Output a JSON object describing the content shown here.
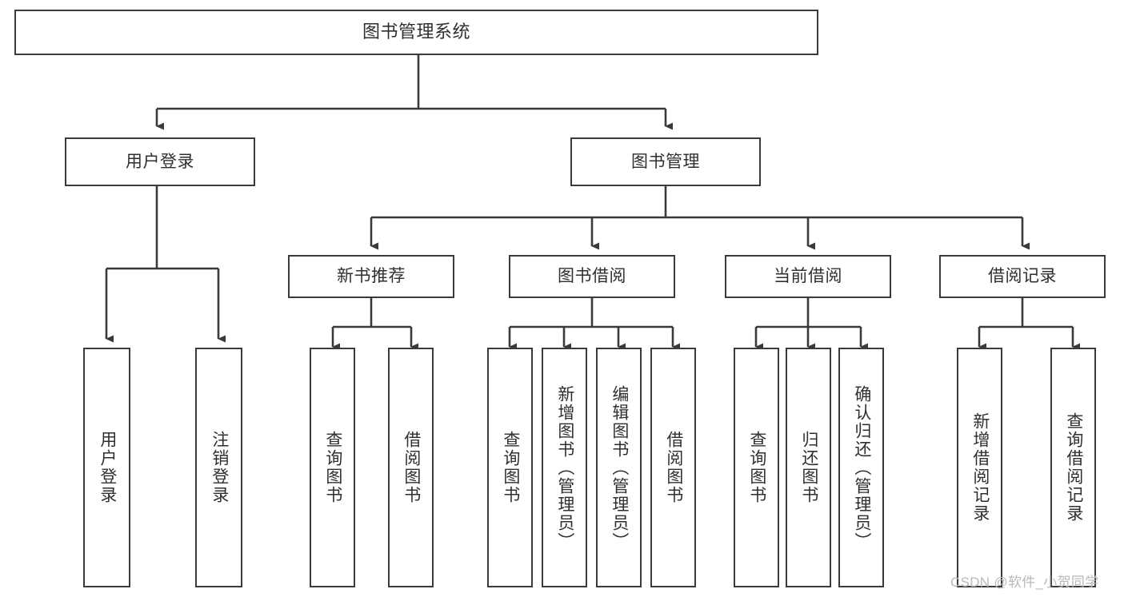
{
  "diagram": {
    "type": "tree-hierarchy",
    "title": "图书管理系统",
    "root": {
      "label": "图书管理系统"
    },
    "level1": [
      {
        "label": "用户登录"
      },
      {
        "label": "图书管理"
      }
    ],
    "level2": [
      {
        "label": "新书推荐"
      },
      {
        "label": "图书借阅"
      },
      {
        "label": "当前借阅"
      },
      {
        "label": "借阅记录"
      }
    ],
    "leaves": {
      "user_login": [
        {
          "label": "用户登录"
        },
        {
          "label": "注销登录"
        }
      ],
      "new_book_recommend": [
        {
          "label": "查询图书"
        },
        {
          "label": "借阅图书"
        }
      ],
      "book_borrow": [
        {
          "label": "查询图书"
        },
        {
          "label": "新增图书（管理员）"
        },
        {
          "label": "编辑图书（管理员）"
        },
        {
          "label": "借阅图书"
        }
      ],
      "current_borrow": [
        {
          "label": "查询图书"
        },
        {
          "label": "归还图书"
        },
        {
          "label": "确认归还（管理员）"
        }
      ],
      "borrow_record": [
        {
          "label": "新增借阅记录"
        },
        {
          "label": "查询借阅记录"
        }
      ]
    }
  },
  "watermark": {
    "text": "CSDN @软件_小贺同学"
  },
  "colors": {
    "border": "#3a3a3a",
    "text": "#2f2f2f",
    "background": "#ffffff",
    "watermark": "#b9b9b9"
  }
}
